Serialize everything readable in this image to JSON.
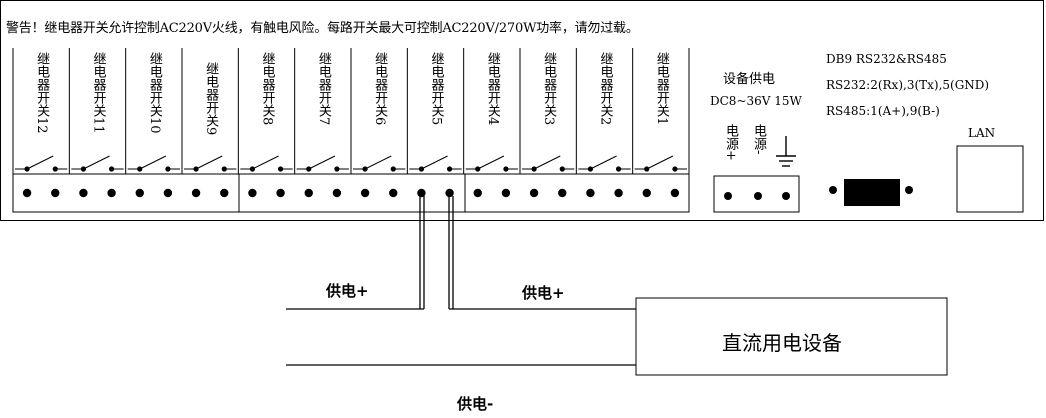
{
  "warning": "警告！继电器开关允许控制AC220V火线，有触电风险。每路开关最大可控制AC220V/270W功率，请勿过载。",
  "relays": [
    "继电器开关12",
    "继电器开关11",
    "继电器开关10",
    "继电器开关9",
    "继电器开关8",
    "继电器开关7",
    "继电器开关6",
    "继电器开关5",
    "继电器开关4",
    "继电器开关3",
    "继电器开关2",
    "继电器开关1"
  ],
  "power_supply": {
    "title": "设备供电",
    "spec": "DC8~36V 15W",
    "pin_plus": "电源+",
    "pin_minus": "电源-"
  },
  "db9": {
    "line1": "DB9  RS232&RS485",
    "line2": "RS232:2(Rx),3(Tx),5(GND)",
    "line3": "RS485:1(A+),9(B-)"
  },
  "lan": "LAN",
  "wiring": {
    "supply_plus_left": "供电+",
    "supply_plus_right": "供电+",
    "supply_minus": "供电-",
    "device": "直流用电设备"
  }
}
